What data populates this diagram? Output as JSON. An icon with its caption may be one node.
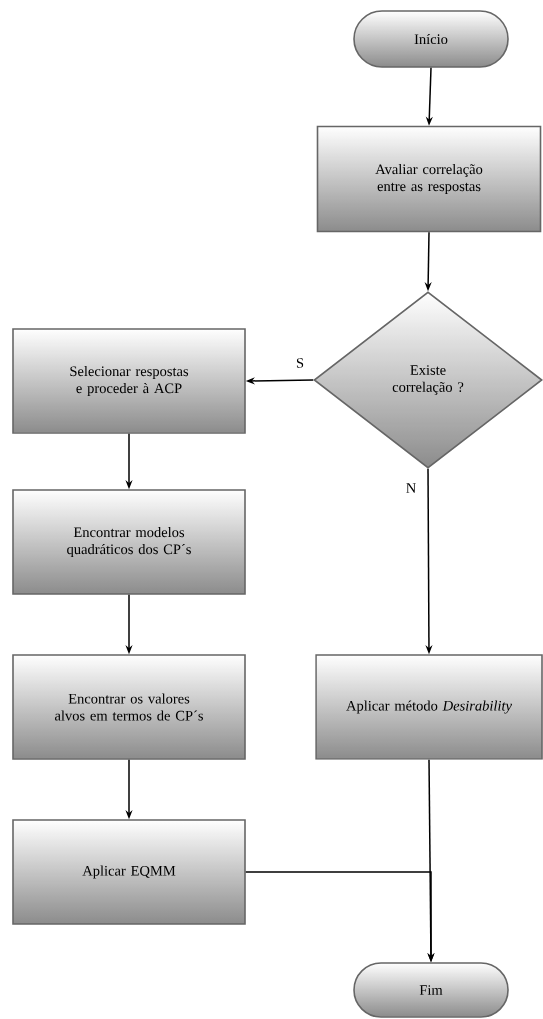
{
  "diagram": {
    "nodes": [
      {
        "text": [
          "Início"
        ]
      },
      {
        "text": [
          "Avaliar correlação entre as respostas"
        ]
      },
      {
        "text": [
          "Existe correlação ?"
        ]
      },
      {
        "text": [
          "Selecionar respostas e proceder à ACP"
        ]
      },
      {
        "text": [
          "Encontrar modelos quadráticos dos CP´s"
        ]
      },
      {
        "text": [
          "Encontrar os valores alvos em termos de CP´s"
        ]
      },
      {
        "text": [
          "Aplicar EQMM"
        ]
      },
      {
        "text": [
          "Aplicar método *Desirability*"
        ]
      },
      {
        "text": [
          "Fim"
        ]
      }
    ],
    "edges": [
      {
        "from": 0,
        "to": 1,
        "arrow": "to"
      },
      {
        "from": 1,
        "to": 2,
        "arrow": "to"
      },
      {
        "from": 2,
        "to": 3,
        "arrow": "to",
        "label": "S"
      },
      {
        "from": 2,
        "to": 7,
        "arrow": "to",
        "label": "N"
      },
      {
        "from": 3,
        "to": 4,
        "arrow": "to"
      },
      {
        "from": 4,
        "to": 5,
        "arrow": "to"
      },
      {
        "from": 5,
        "to": 6,
        "arrow": "to"
      },
      {
        "from": 6,
        "to": 8,
        "arrow": "to"
      },
      {
        "from": 7,
        "to": 8,
        "arrow": "to"
      }
    ]
  }
}
